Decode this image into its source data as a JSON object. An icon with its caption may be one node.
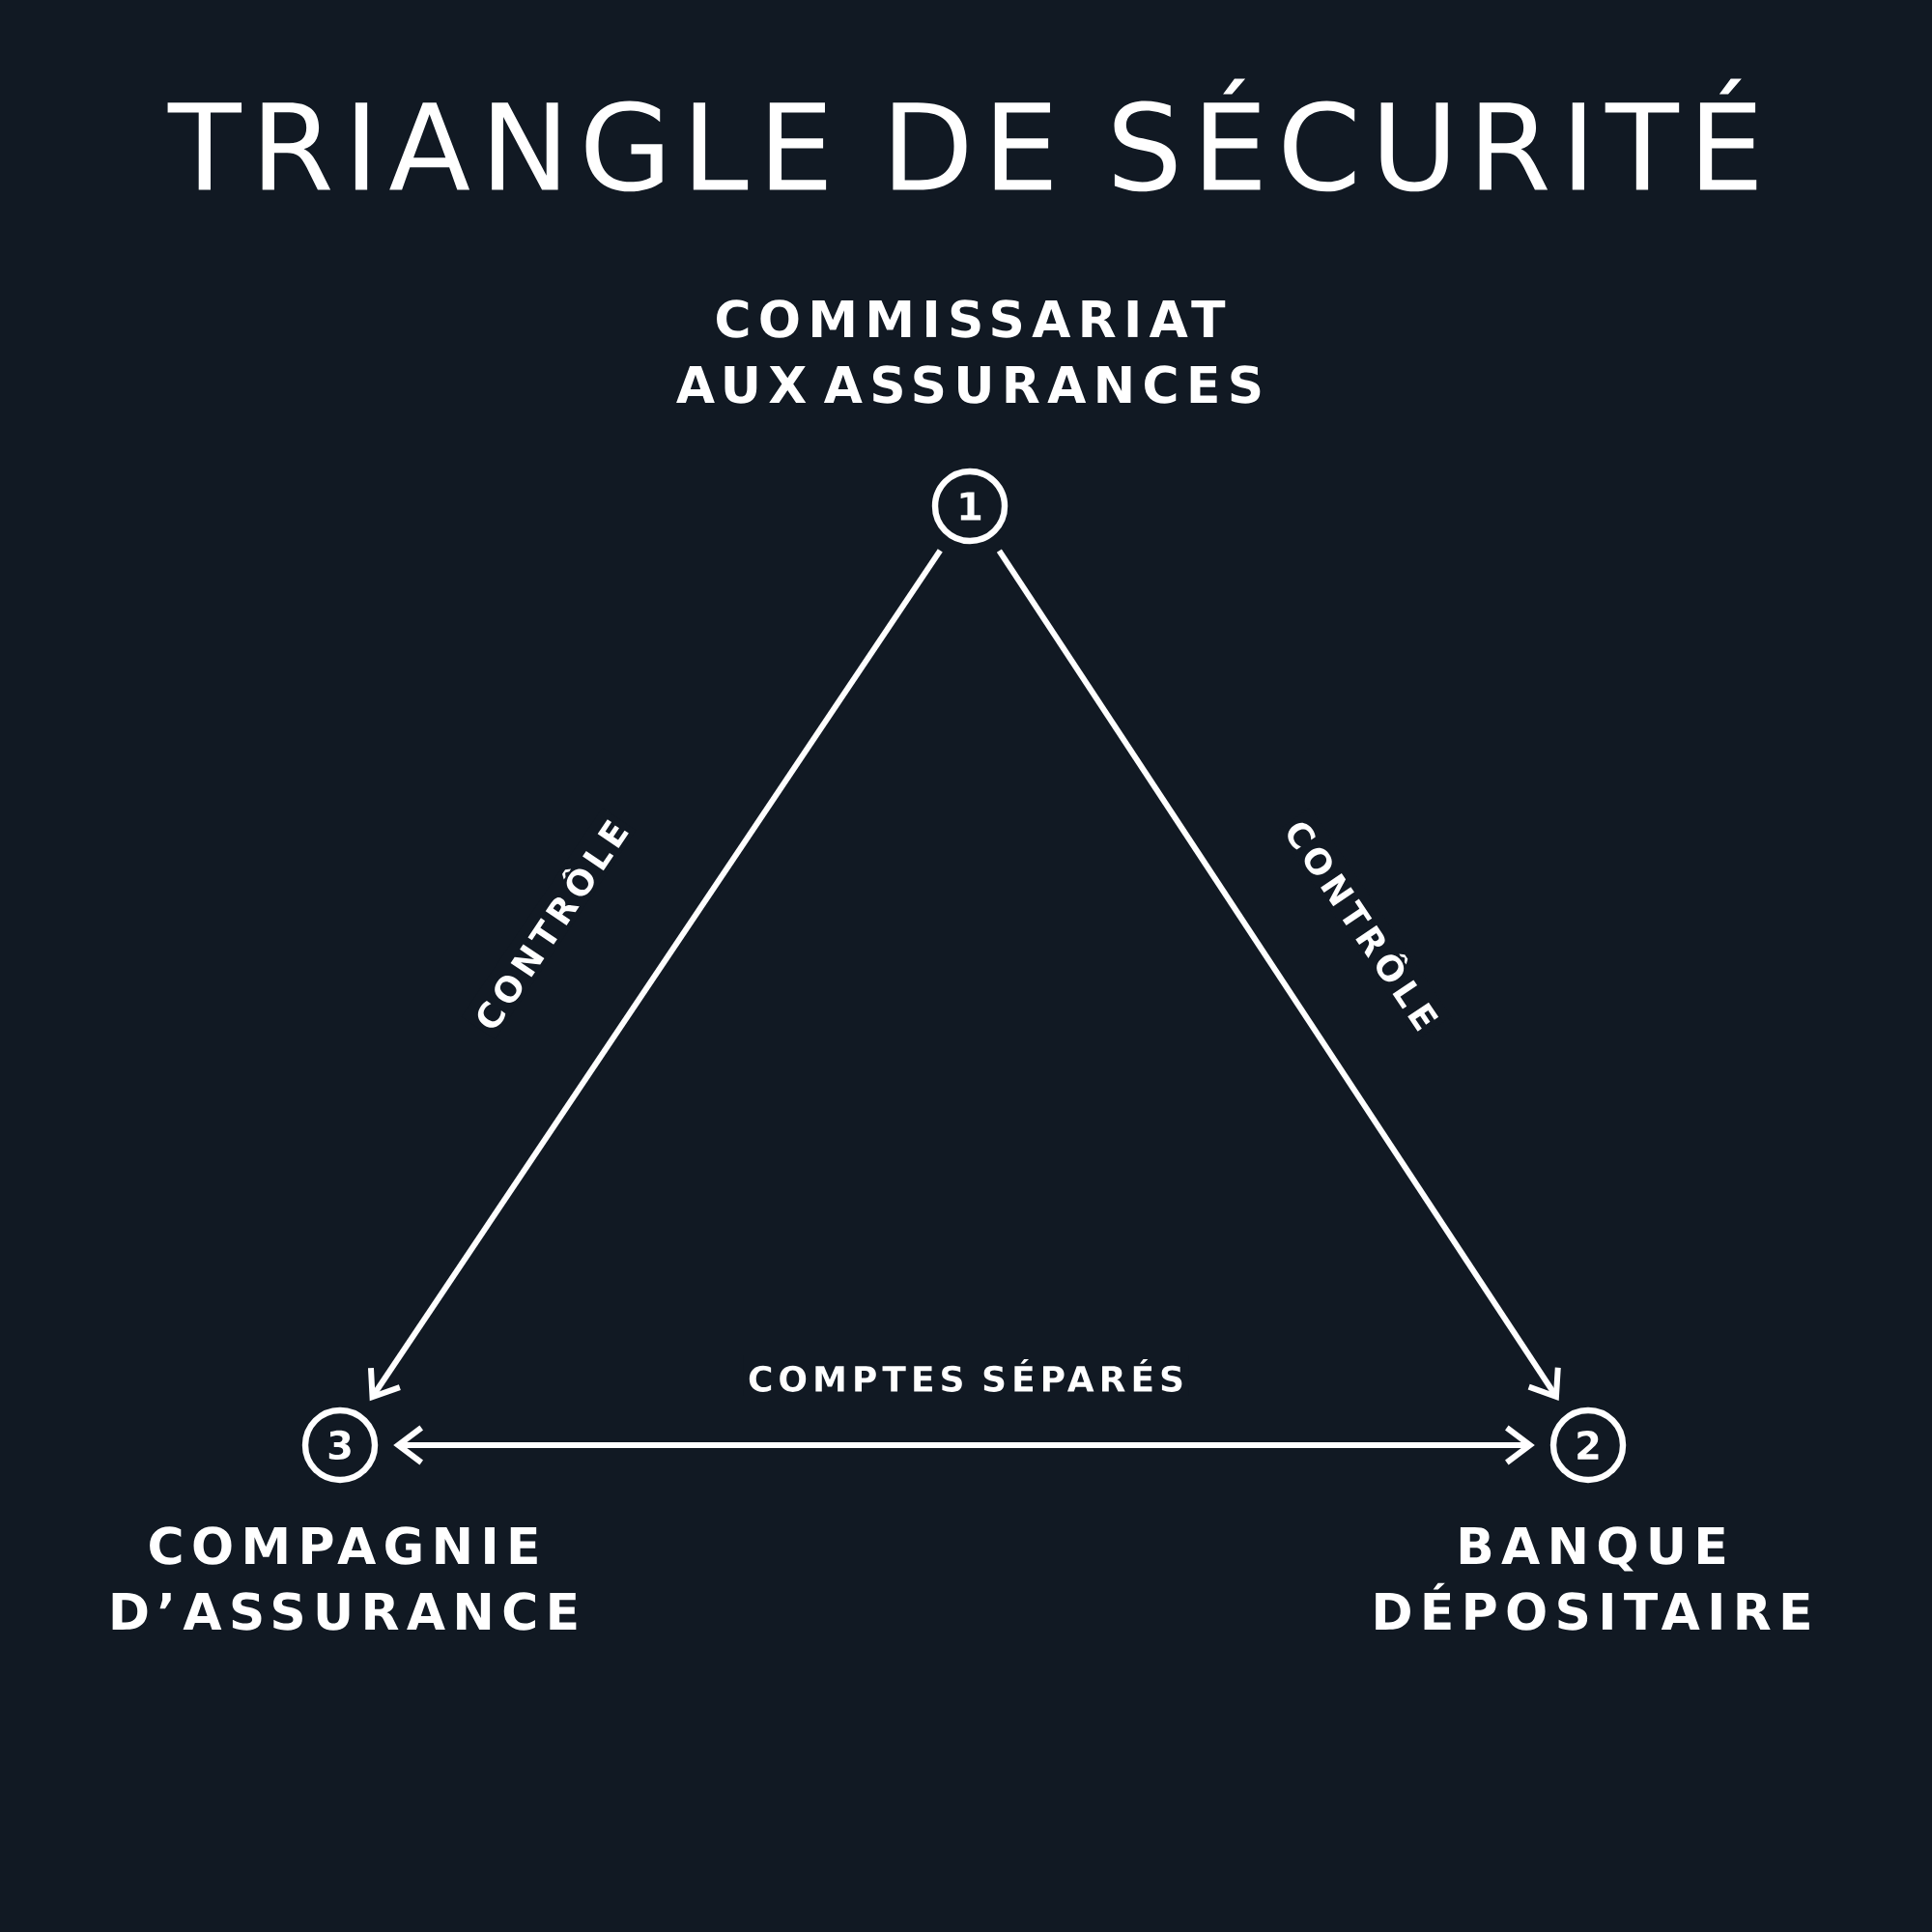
{
  "diagram": {
    "title": "TRIANGLE DE SÉCURITÉ",
    "nodes": [
      {
        "text": [
          "1"
        ],
        "beside": [
          "COMMISSARIAT AUX ASSURANCES"
        ]
      },
      {
        "text": [
          "3"
        ],
        "beside": [
          "COMPAGNIE D’ASSURANCE"
        ]
      },
      {
        "text": [
          "2"
        ],
        "beside": [
          "BANQUE DÉPOSITAIRE"
        ]
      }
    ],
    "edges": [
      {
        "from": 0,
        "to": 1,
        "arrow": "to",
        "label": "CONTRÔLE"
      },
      {
        "from": 0,
        "to": 2,
        "arrow": "to",
        "label": "CONTRÔLE"
      },
      {
        "from": 1,
        "to": 2,
        "arrow": "both",
        "label": "COMPTES SÉPARÉS"
      }
    ]
  }
}
